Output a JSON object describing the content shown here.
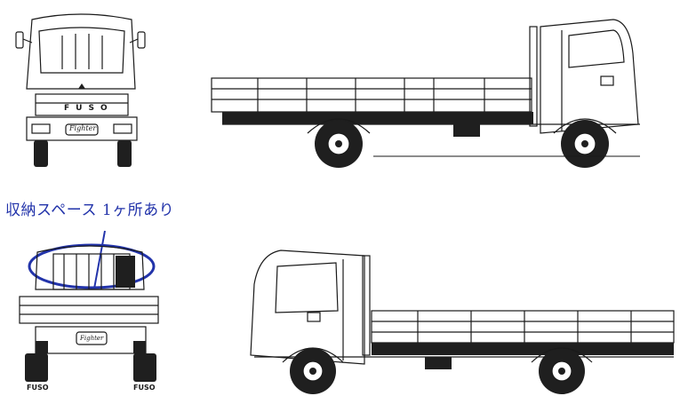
{
  "annotation": {
    "text": "収納スペース 1ヶ所あり",
    "color": "#2233aa"
  },
  "brand": {
    "front_text": "FUSO",
    "rear_left_text": "FUSO",
    "rear_right_text": "FUSO",
    "model_badge": "Fighter"
  },
  "colors": {
    "ink": "#1a1a1a",
    "annotation_blue": "#2233aa",
    "background": "#ffffff"
  }
}
